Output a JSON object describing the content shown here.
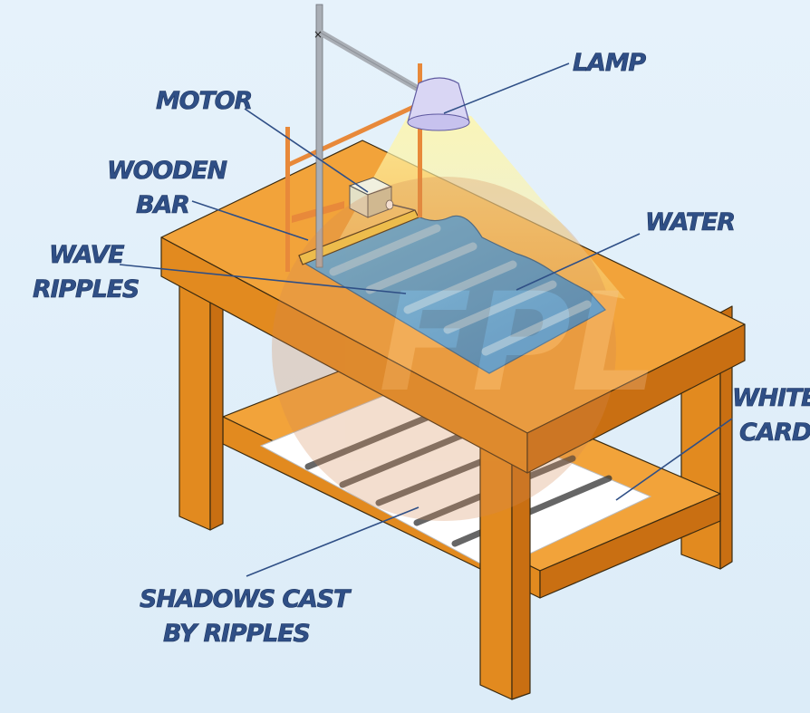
{
  "labels": {
    "lamp": "LAMP",
    "motor": "MOTOR",
    "wooden_bar_1": "WOODEN",
    "wooden_bar_2": "BAR",
    "water": "WATER",
    "wave_ripples_1": "WAVE",
    "wave_ripples_2": "RIPPLES",
    "white_card_1": "WHITE",
    "white_card_2": "CARD",
    "shadows_1": "SHADOWS CAST",
    "shadows_2": "BY RIPPLES"
  },
  "watermark": "FPL",
  "colors": {
    "wood_top": "#f2a33a",
    "wood_front": "#e28a1f",
    "wood_side": "#c96f12",
    "water": "#3a9bd8",
    "lamp": "#d9d6f4",
    "light": "#fbe98a",
    "label": "#2f4f86"
  }
}
